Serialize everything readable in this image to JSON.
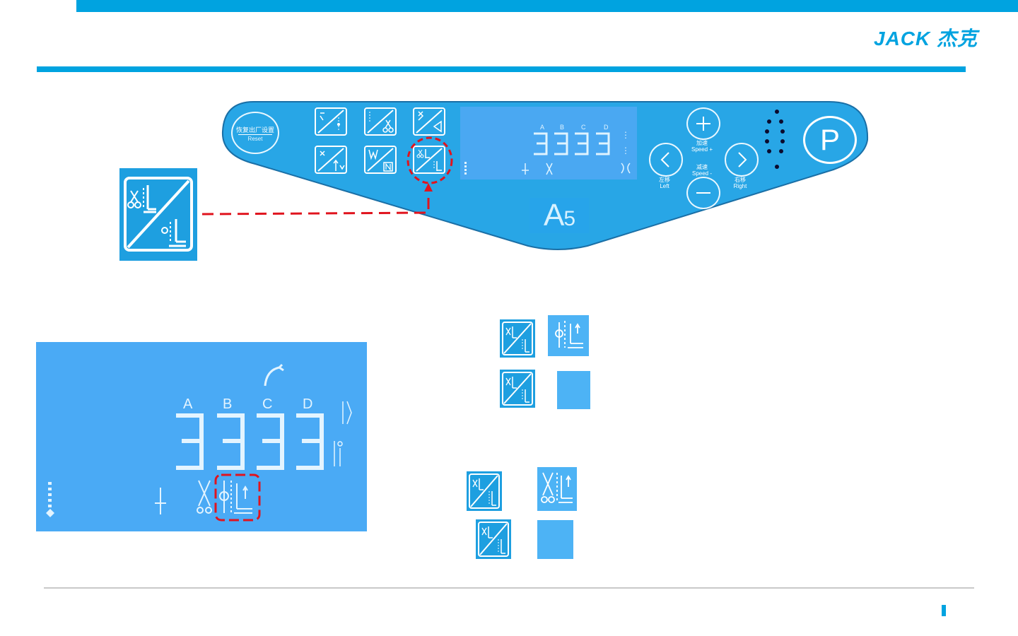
{
  "brand": {
    "logo_text": "JACK 杰克",
    "color": "#00a3e0"
  },
  "panel": {
    "reset_label_cn": "恢复出厂设置",
    "reset_label_en": "Reset",
    "display": {
      "columns": [
        "A",
        "B",
        "C",
        "D"
      ],
      "digits": [
        "3",
        "3",
        "3",
        "3"
      ]
    },
    "model_label": "A",
    "model_number": "5",
    "speed_up_cn": "加速",
    "speed_up_en": "Speed +",
    "speed_down_cn": "减速",
    "speed_down_en": "Speed -",
    "left_cn": "左移",
    "left_en": "Left",
    "right_cn": "右移",
    "right_en": "Right",
    "p_label": "P",
    "plus_symbol": "+",
    "minus_symbol": "−"
  },
  "lcd_zoom": {
    "columns": [
      "A",
      "B",
      "C",
      "D"
    ],
    "digits": [
      "3",
      "3",
      "3",
      "3"
    ]
  },
  "colors": {
    "accent": "#00a3e0",
    "panel": "#28a6e6",
    "lcd": "#4aaaf5",
    "highlight": "#e0141e"
  },
  "icons": [
    "trim-presser-foot-key-icon",
    "presser-foot-lift-after-trim-icon",
    "scissors-presser-foot-icon",
    "needle-position-icon"
  ]
}
